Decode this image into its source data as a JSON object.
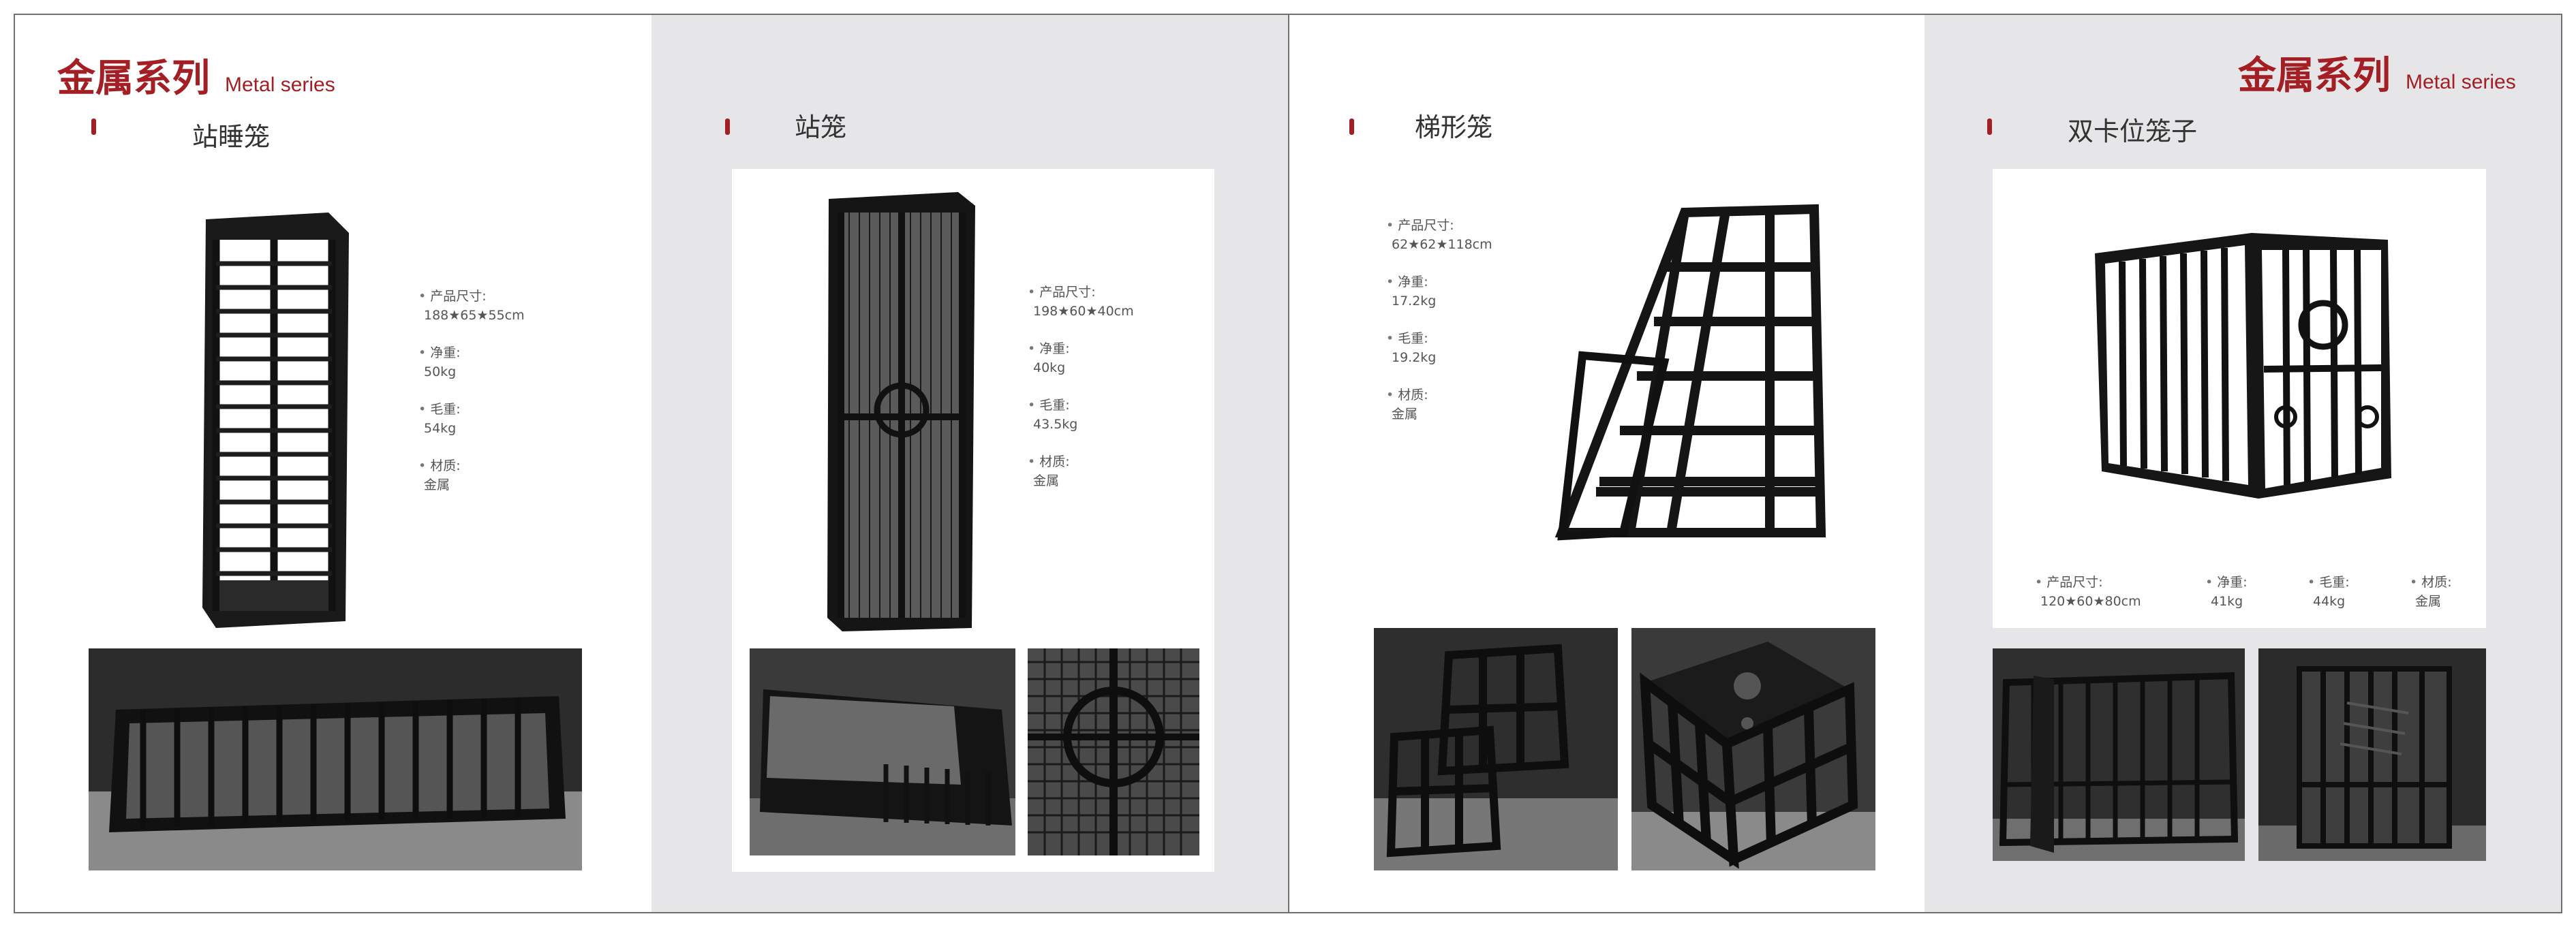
{
  "brand": {
    "cn": "金属系列",
    "en": "Metal series"
  },
  "products": [
    {
      "title": "站睡笼",
      "specs": [
        {
          "label": "产品尺寸:",
          "value": "188★65★55cm"
        },
        {
          "label": "净重:",
          "value": "50kg"
        },
        {
          "label": "毛重:",
          "value": "54kg"
        },
        {
          "label": "材质:",
          "value": "金属"
        }
      ]
    },
    {
      "title": "站笼",
      "specs": [
        {
          "label": "产品尺寸:",
          "value": "198★60★40cm"
        },
        {
          "label": "净重:",
          "value": "40kg"
        },
        {
          "label": "毛重:",
          "value": "43.5kg"
        },
        {
          "label": "材质:",
          "value": "金属"
        }
      ]
    },
    {
      "title": "梯形笼",
      "specs": [
        {
          "label": "产品尺寸:",
          "value": "62★62★118cm"
        },
        {
          "label": "净重:",
          "value": "17.2kg"
        },
        {
          "label": "毛重:",
          "value": "19.2kg"
        },
        {
          "label": "材质:",
          "value": "金属"
        }
      ]
    },
    {
      "title": "双卡位笼子",
      "specs": [
        {
          "label": "产品尺寸:",
          "value": "120★60★80cm"
        },
        {
          "label": "净重:",
          "value": "41kg"
        },
        {
          "label": "毛重:",
          "value": "44kg"
        },
        {
          "label": "材质:",
          "value": "金属"
        }
      ]
    }
  ],
  "colors": {
    "accent": "#a31f24",
    "panel_gray": "#e6e6e8",
    "text": "#333333"
  }
}
